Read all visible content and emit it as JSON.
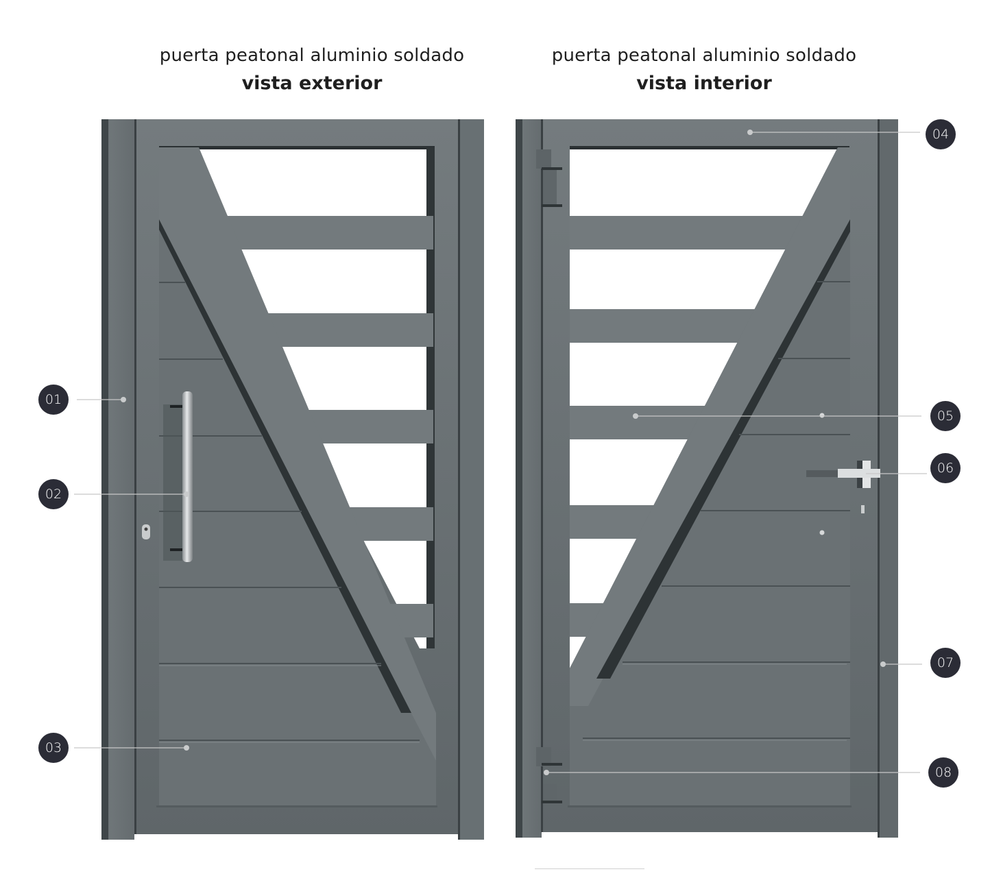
{
  "colors": {
    "background": "#ffffff",
    "metal": "#6b7275",
    "metal_light": "#7a8184",
    "metal_dark": "#4e5558",
    "shadow": "#2a2f31",
    "badge": "#2b2c36",
    "leader_line": "#c8c8c8"
  },
  "views": [
    {
      "id": "exterior",
      "subtitle": "puerta peatonal aluminio soldado",
      "title": "vista exterior"
    },
    {
      "id": "interior",
      "subtitle": "puerta peatonal aluminio soldado",
      "title": "vista interior"
    }
  ],
  "callouts": [
    {
      "label": "01",
      "view": "exterior",
      "part": "frame-post"
    },
    {
      "label": "02",
      "view": "exterior",
      "part": "pull-handle"
    },
    {
      "label": "03",
      "view": "exterior",
      "part": "lower-panel"
    },
    {
      "label": "04",
      "view": "interior",
      "part": "top-rail"
    },
    {
      "label": "05",
      "view": "interior",
      "part": "horizontal-slat"
    },
    {
      "label": "06",
      "view": "interior",
      "part": "lever-handle"
    },
    {
      "label": "07",
      "view": "interior",
      "part": "frame-post"
    },
    {
      "label": "08",
      "view": "interior",
      "part": "hinge"
    }
  ]
}
